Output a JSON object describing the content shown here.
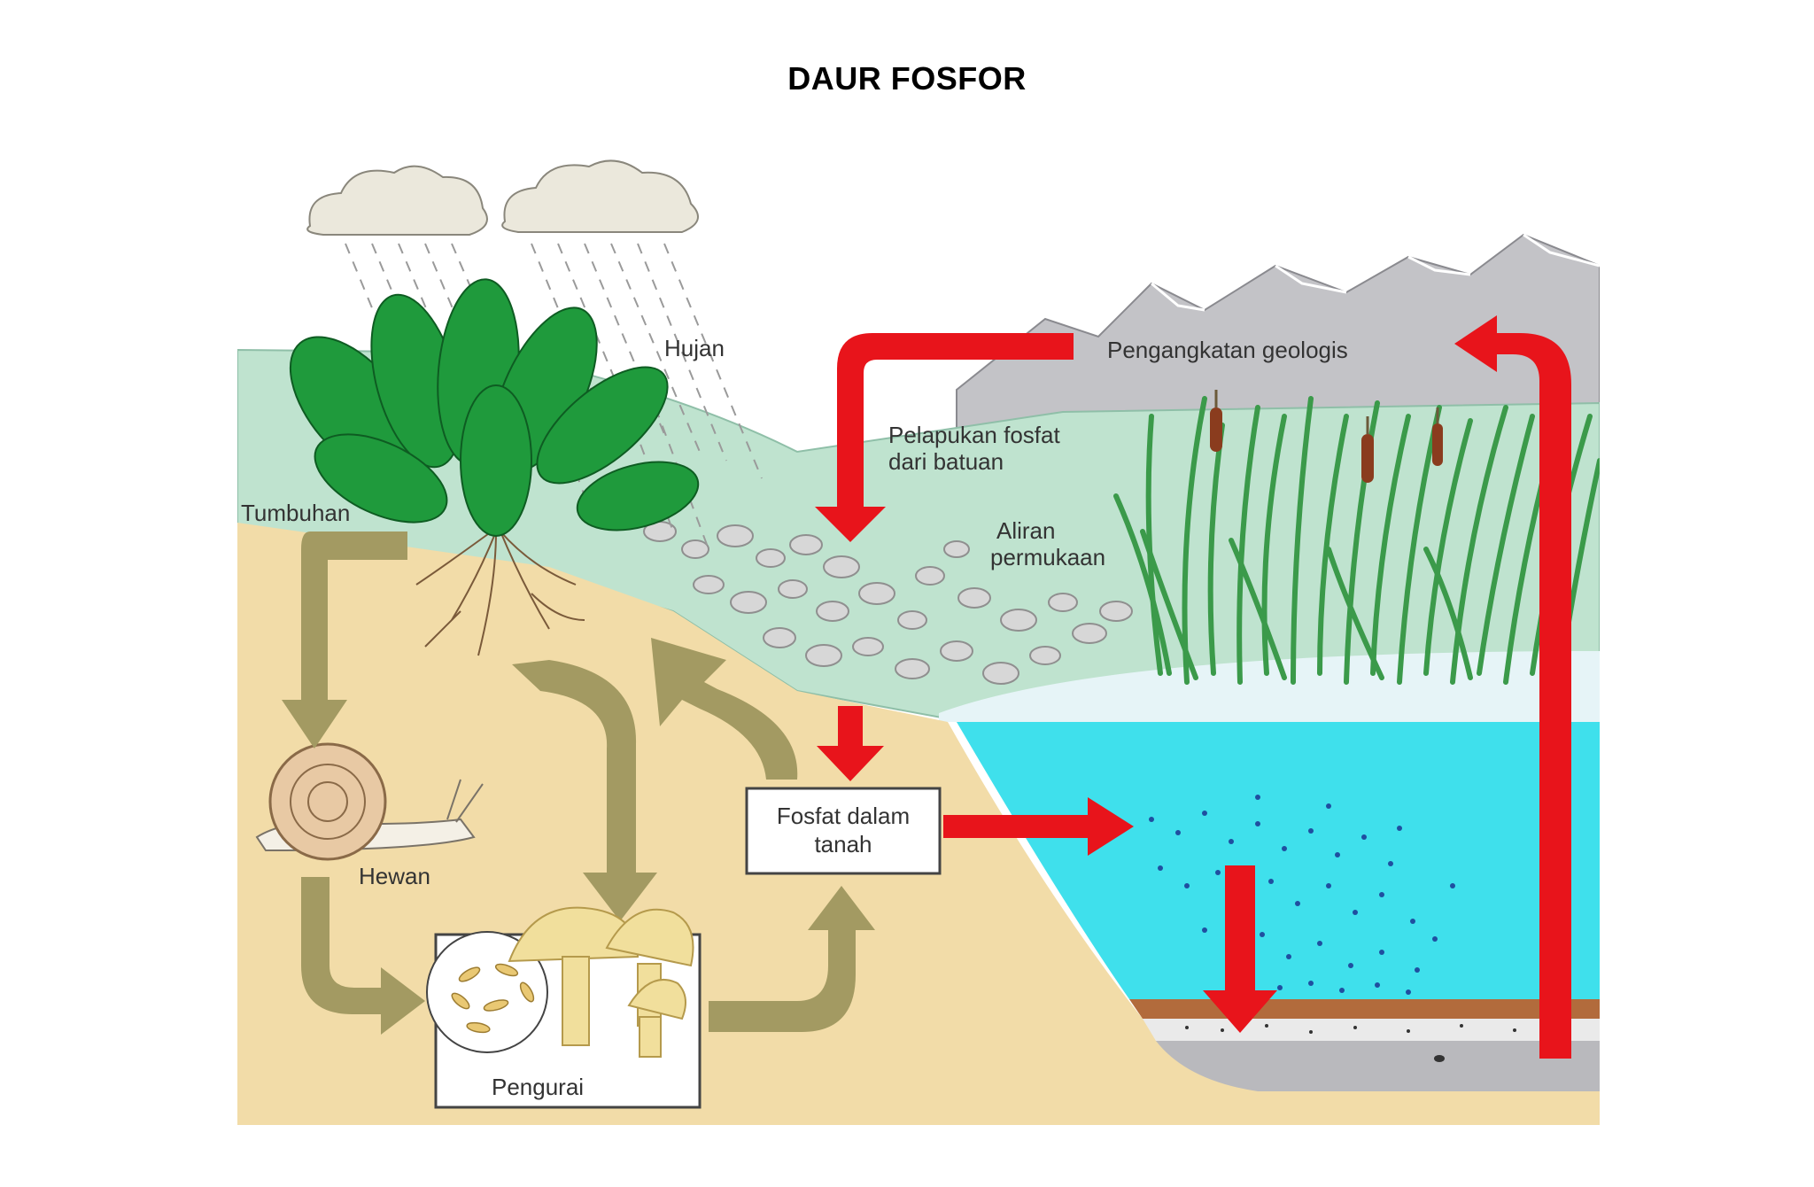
{
  "title": "DAUR FOSFOR",
  "labels": {
    "rain": "Hujan",
    "uplift": "Pengangkatan geologis",
    "weathering_line1": "Pelapukan fosfat",
    "weathering_line2": "dari batuan",
    "runoff_line1": "Aliran",
    "runoff_line2": "permukaan",
    "plant": "Tumbuhan",
    "animal": "Hewan",
    "decomposer": "Pengurai",
    "soil_phosphate_line1": "Fosfat dalam",
    "soil_phosphate_line2": "tanah"
  },
  "colors": {
    "red_arrow": "#e8141b",
    "olive_arrow": "#a39a62",
    "soil": "#f2dca8",
    "hill": "#bde0cc",
    "water": "#3fe0ec",
    "mountain": "#b9b9bd",
    "plant": "#1f9a3c"
  }
}
